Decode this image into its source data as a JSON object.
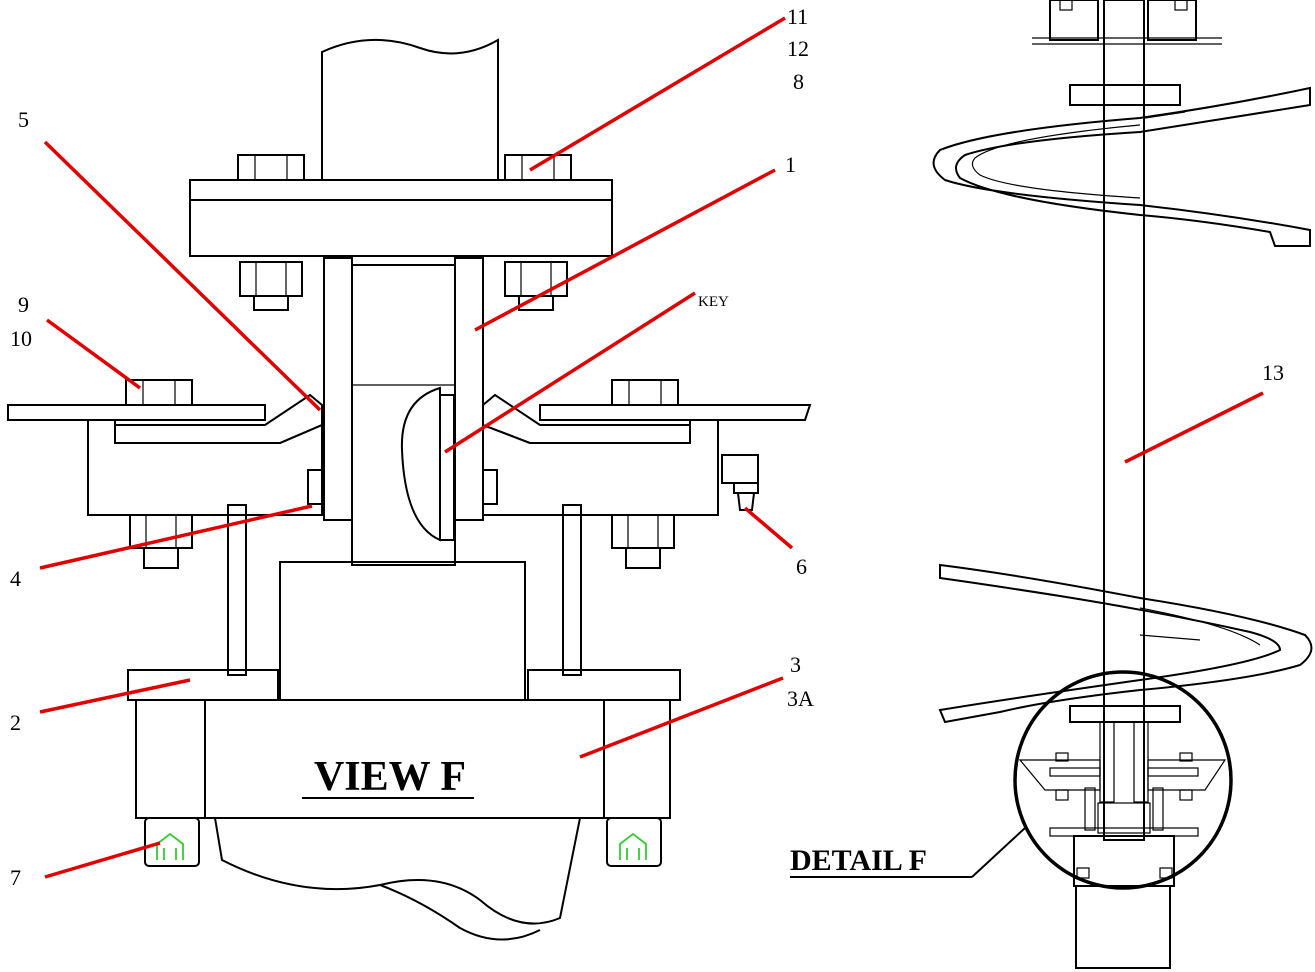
{
  "view": {
    "title": "VIEW F",
    "callouts": [
      {
        "id": "c11",
        "text": "11"
      },
      {
        "id": "c12",
        "text": "12"
      },
      {
        "id": "c8",
        "text": "8"
      },
      {
        "id": "c5",
        "text": "5"
      },
      {
        "id": "c1",
        "text": "1"
      },
      {
        "id": "ckey",
        "text": "KEY"
      },
      {
        "id": "c9",
        "text": "9"
      },
      {
        "id": "c10",
        "text": "10"
      },
      {
        "id": "c4",
        "text": "4"
      },
      {
        "id": "c6",
        "text": "6"
      },
      {
        "id": "c3",
        "text": "3"
      },
      {
        "id": "c3a",
        "text": "3A"
      },
      {
        "id": "c2",
        "text": "2"
      },
      {
        "id": "c7",
        "text": "7"
      }
    ]
  },
  "detail": {
    "title": "DETAIL F",
    "callout_13": "13"
  },
  "colors": {
    "leader": "#e00000",
    "grease_fitting": "#33cc33",
    "outline": "#000000"
  }
}
